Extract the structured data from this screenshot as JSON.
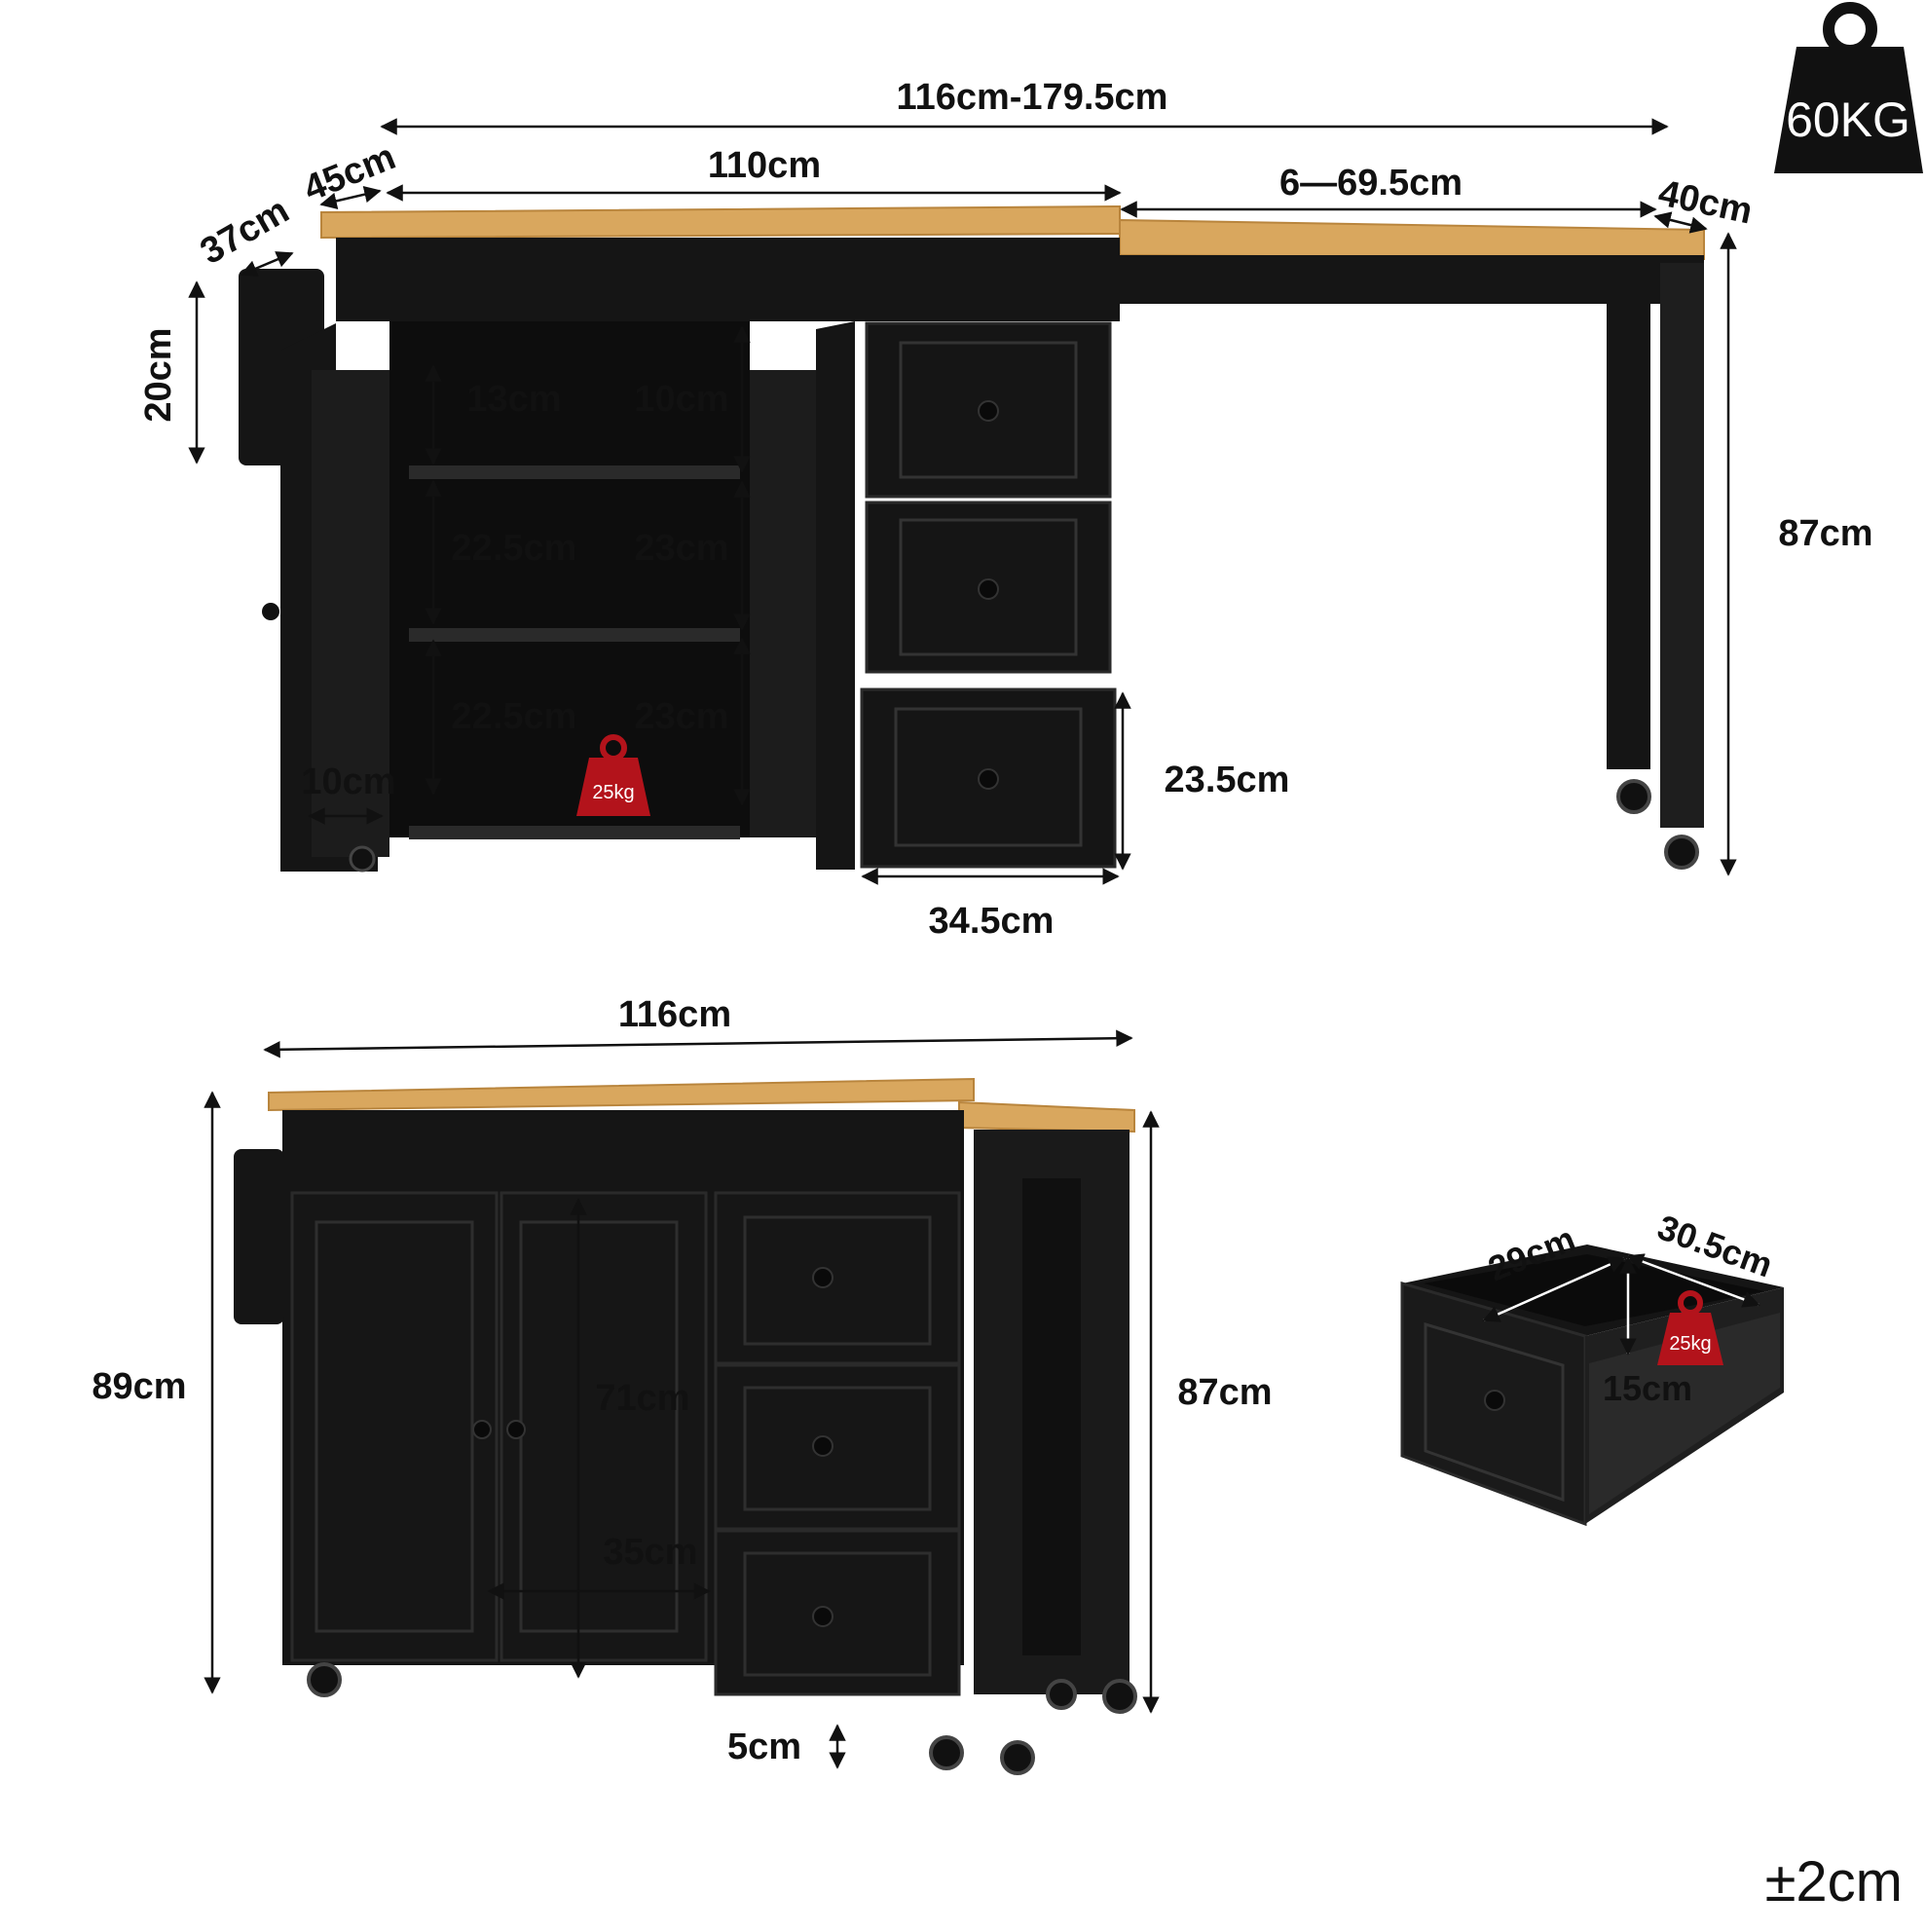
{
  "colors": {
    "cabinet": "#151515",
    "cabinet_edge": "#2a2a2a",
    "wood": "#d9a75e",
    "wood_edge": "#b9853d",
    "weight_red": "#b3131b",
    "line": "#111111"
  },
  "weight_badge": {
    "label": "60KG",
    "icon": "weight-icon"
  },
  "shelf_badge": {
    "label": "25kg",
    "icon": "weight-icon"
  },
  "drawer_badge": {
    "label": "25kg",
    "icon": "weight-icon"
  },
  "tolerance": "±2cm",
  "top_view": {
    "total_width": "116cm-179.5cm",
    "body_width": "110cm",
    "extension": "6—69.5cm",
    "ext_depth": "40cm",
    "depth_45": "45cm",
    "depth_37": "37cm",
    "rack_height": "20cm",
    "shelf_left": [
      "13cm",
      "22.5cm",
      "22.5cm"
    ],
    "shelf_right": [
      "10cm",
      "23cm",
      "23cm"
    ],
    "door_rack": "10cm",
    "drawer_height": "23.5cm",
    "drawer_width": "34.5cm",
    "table_height": "87cm"
  },
  "front_view": {
    "width": "116cm",
    "height_total": "89cm",
    "height_side": "87cm",
    "door_height": "71cm",
    "door_width": "35cm",
    "clearance": "5cm"
  },
  "drawer_view": {
    "width": "29cm",
    "depth": "30.5cm",
    "height": "15cm"
  }
}
